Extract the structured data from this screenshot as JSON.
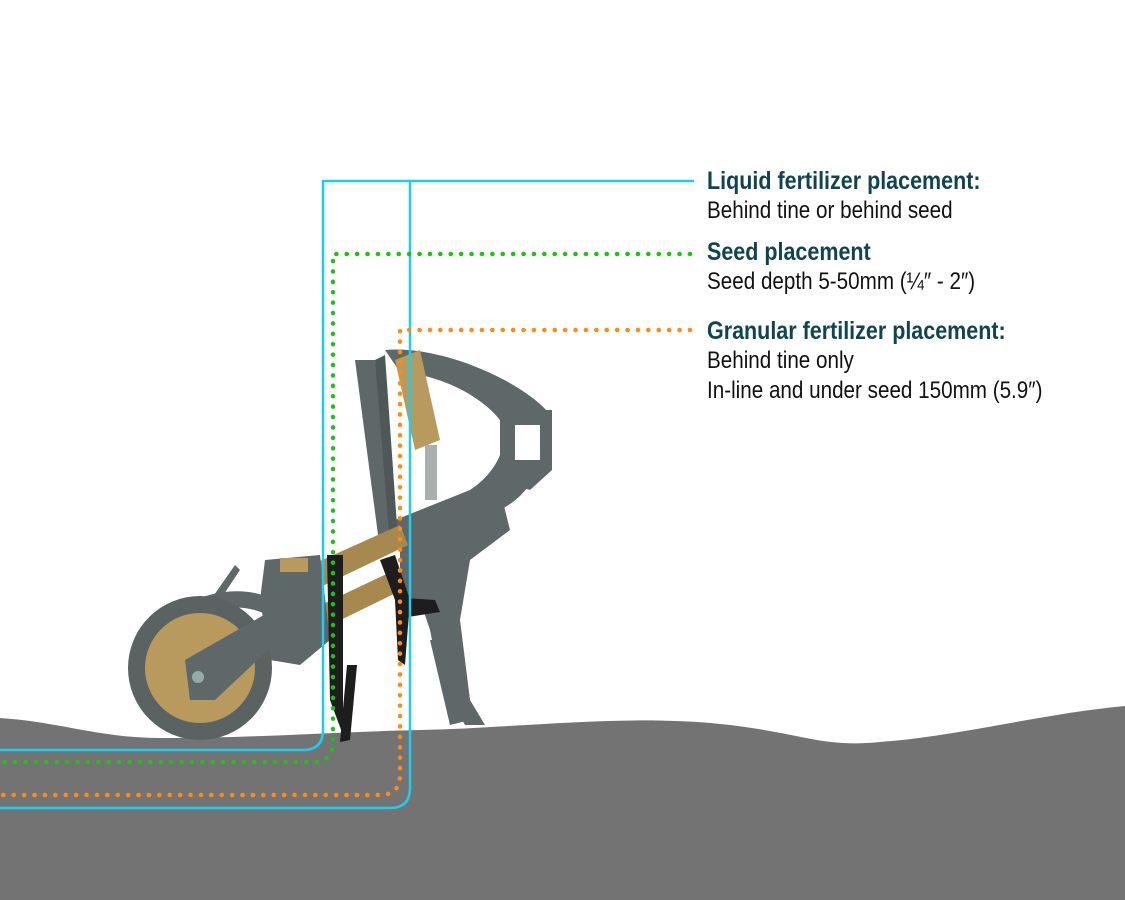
{
  "labels": {
    "liquid": {
      "title": "Liquid fertilizer placement:",
      "lines": [
        "Behind tine or behind seed"
      ]
    },
    "seed": {
      "title": "Seed placement",
      "lines": [
        "Seed depth 5-50mm (¼″ - 2″)"
      ]
    },
    "granular": {
      "title": "Granular fertilizer placement:",
      "lines": [
        "Behind tine only",
        "In-line and under seed 150mm (5.9″)"
      ]
    }
  },
  "colors": {
    "liquid": "#1ccdf0",
    "seed": "#22c016",
    "granular": "#ff8a14",
    "soil": "#737373",
    "machine": "#5e6868",
    "brass": "#b89a5e",
    "title": "#114450"
  }
}
